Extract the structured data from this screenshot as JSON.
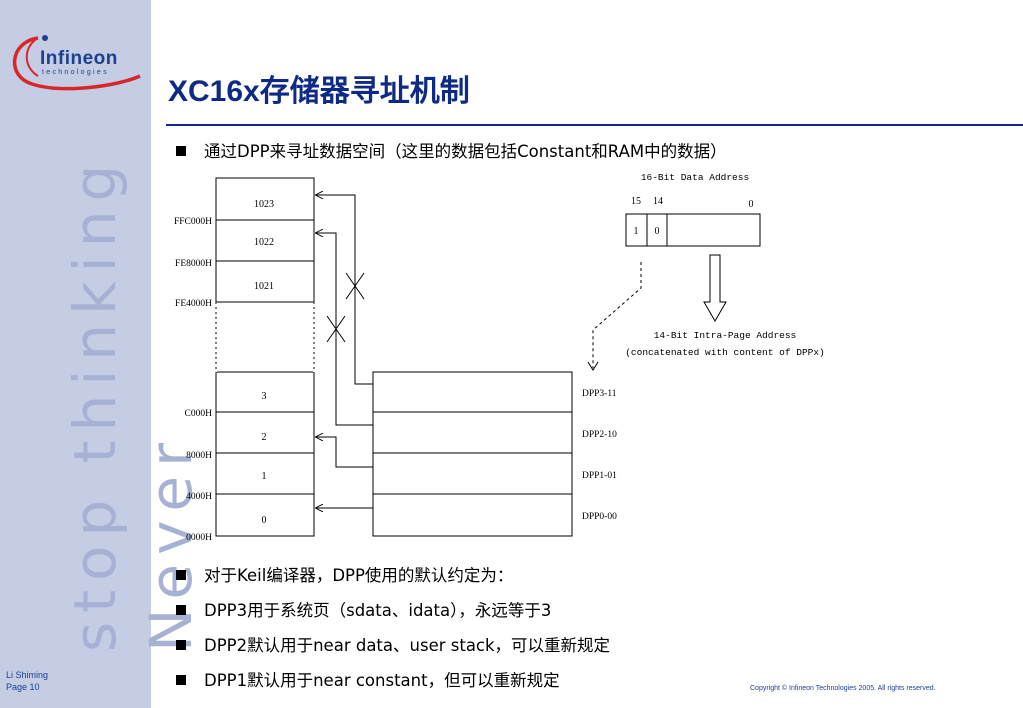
{
  "sidebar": {
    "logo_name": "Infineon",
    "logo_sub": "technologies",
    "slogan_line1": "stop thinking",
    "slogan_line2": "Never",
    "footer_author": "Li Shiming",
    "footer_page": "Page 10"
  },
  "title": "XC16x存储器寻址机制",
  "bullets": [
    "通过DPP来寻址数据空间（这里的数据包括Constant和RAM中的数据）",
    "对于Keil编译器，DPP使用的默认约定为：",
    "DPP3用于系统页（sdata、idata），永远等于3",
    "DPP2默认用于near data、user stack，可以重新规定",
    "DPP1默认用于near constant，但可以重新规定"
  ],
  "diagram": {
    "page_boxes": [
      "1023",
      "1022",
      "1021",
      "3",
      "2",
      "1",
      "0"
    ],
    "addresses": [
      "FFC000H",
      "FE8000H",
      "FE4000H",
      "C000H",
      "8000H",
      "4000H",
      "0000H"
    ],
    "dpp_labels": [
      "DPP3-11",
      "DPP2-10",
      "DPP1-01",
      "DPP0-00"
    ],
    "data_address": {
      "title": "16-Bit Data Address",
      "bit_15": "15",
      "bit_14": "14",
      "bit_0": "0",
      "cell_1": "1",
      "cell_0": "0"
    },
    "intra_page_line1": "14-Bit Intra-Page Address",
    "intra_page_line2": "(concatenated with content of DPPx)"
  },
  "copyright": "Copyright © Infineon Technologies 2005. All rights reserved."
}
